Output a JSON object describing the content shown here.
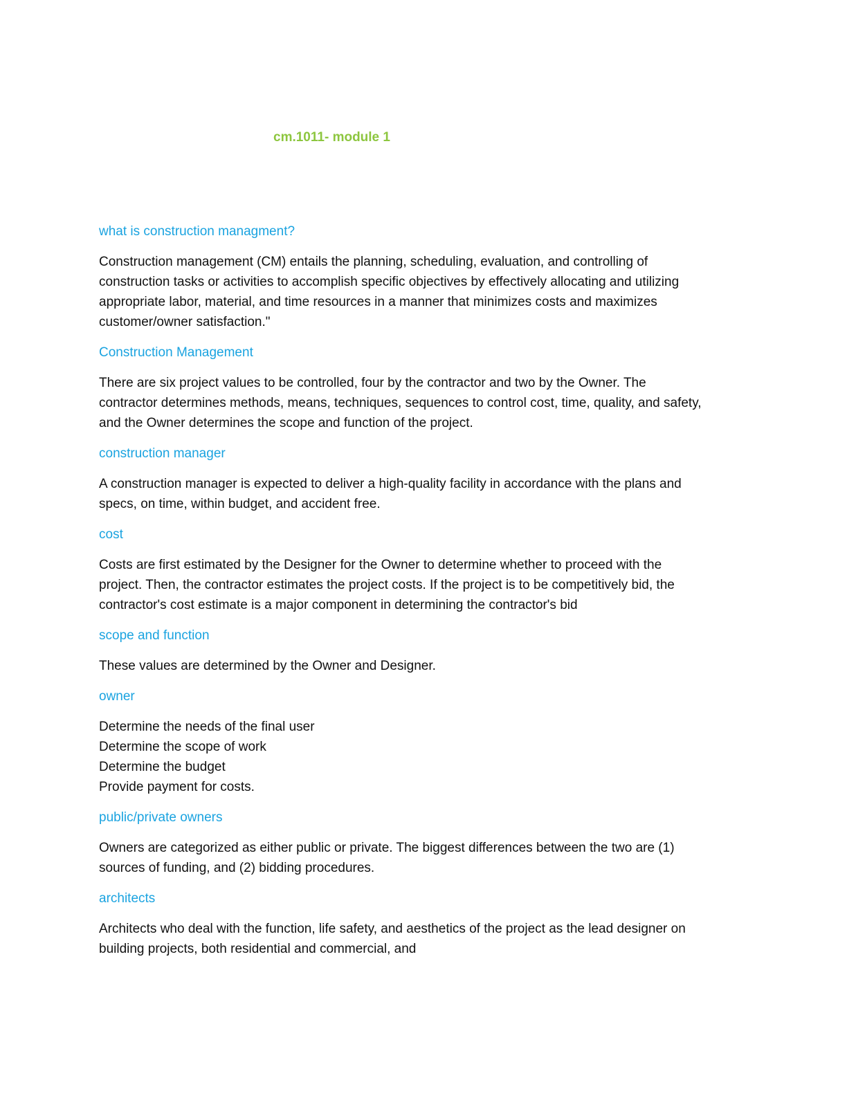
{
  "document": {
    "title": "cm.1011- module 1",
    "sections": [
      {
        "heading": "what is construction managment?",
        "lines": [
          "Construction management (CM) entails the planning, scheduling, evaluation, and controlling of",
          "construction tasks or activities to accomplish specific objectives by effectively allocating and utilizing",
          "appropriate labor, material, and time resources in a manner that minimizes costs and maximizes",
          "customer/owner satisfaction.\""
        ]
      },
      {
        "heading": "Construction Management",
        "lines": [
          "There are six project values to be controlled, four by the contractor and two by the Owner. The",
          "contractor determines methods, means, techniques, sequences to control cost, time, quality, and safety,",
          "and the Owner determines the scope and function of the project."
        ]
      },
      {
        "heading": "construction manager",
        "lines": [
          "A construction manager is expected to deliver a high-quality facility in accordance with the plans and",
          "specs, on time, within budget, and accident free."
        ]
      },
      {
        "heading": "cost",
        "lines": [
          "Costs are first estimated by the Designer for the Owner to determine whether to proceed with the",
          "project. Then, the contractor estimates the project costs. If the project is to be competitively bid, the",
          "contractor's cost estimate is a major component in determining the contractor's bid"
        ]
      },
      {
        "heading": "scope and function",
        "lines": [
          "These values are determined by the Owner and Designer."
        ]
      },
      {
        "heading": "owner",
        "lines": [
          "Determine the needs of the final user",
          "Determine the scope of work",
          "Determine the budget",
          "Provide payment for costs."
        ]
      },
      {
        "heading": "public/private owners",
        "lines": [
          "Owners are categorized as either public or private. The biggest differences between the two are (1)",
          "sources of funding, and (2) bidding procedures."
        ]
      },
      {
        "heading": "architects",
        "lines": [
          "Architects who deal with the function, life safety, and aesthetics of the project as the lead designer on",
          "building projects, both residential and commercial, and"
        ]
      }
    ]
  }
}
